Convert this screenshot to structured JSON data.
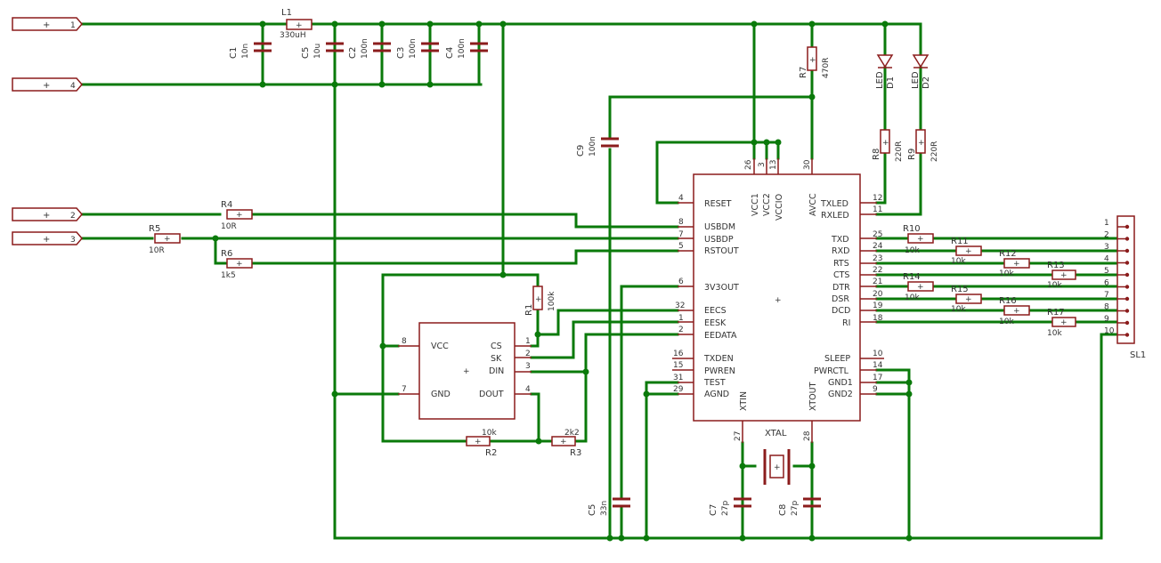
{
  "colors": {
    "wire": "#0a7a0a",
    "part": "#8b1c1c",
    "text": "#333333",
    "background": "#ffffff"
  },
  "connectors": [
    {
      "id": "con1",
      "symbol": "+",
      "pin": "1"
    },
    {
      "id": "con4",
      "symbol": "+",
      "pin": "4"
    },
    {
      "id": "con2",
      "symbol": "+",
      "pin": "2"
    },
    {
      "id": "con3",
      "symbol": "+",
      "pin": "3"
    }
  ],
  "resistors": {
    "r1": {
      "name": "R1",
      "value": "100k"
    },
    "r2": {
      "name": "R2",
      "value": "10k"
    },
    "r3": {
      "name": "R3",
      "value": "2k2"
    },
    "r4": {
      "name": "R4",
      "value": "10R"
    },
    "r5": {
      "name": "R5",
      "value": "10R"
    },
    "r6": {
      "name": "R6",
      "value": "1k5"
    },
    "r7": {
      "name": "R7",
      "value": "470R"
    },
    "r8": {
      "name": "R8",
      "value": "220R"
    },
    "r9": {
      "name": "R9",
      "value": "220R"
    },
    "r10": {
      "name": "R10",
      "value": "10k"
    },
    "r11": {
      "name": "R11",
      "value": "10k"
    },
    "r12": {
      "name": "R12",
      "value": "10k"
    },
    "r13": {
      "name": "R13",
      "value": "10k"
    },
    "r14": {
      "name": "R14",
      "value": "10k"
    },
    "r15": {
      "name": "R15",
      "value": "10k"
    },
    "r16": {
      "name": "R16",
      "value": "10k"
    },
    "r17": {
      "name": "R17",
      "value": "10k"
    }
  },
  "inductor": {
    "name": "L1",
    "value": "330uH"
  },
  "capacitors": {
    "c1": {
      "name": "C1",
      "value": "10n"
    },
    "c5top": {
      "name": "C5",
      "value": "10u"
    },
    "c2": {
      "name": "C2",
      "value": "100n"
    },
    "c3": {
      "name": "C3",
      "value": "100n"
    },
    "c4": {
      "name": "C4",
      "value": "100n"
    },
    "c9": {
      "name": "C9",
      "value": "100n"
    },
    "c5bot": {
      "name": "C5",
      "value": "33n"
    },
    "c7": {
      "name": "C7",
      "value": "27p"
    },
    "c8": {
      "name": "C8",
      "value": "27p"
    }
  },
  "leds": {
    "d1": {
      "type": "LED",
      "name": "D1"
    },
    "d2": {
      "type": "LED",
      "name": "D2"
    }
  },
  "crystal": {
    "name": "XTAL"
  },
  "eeprom": {
    "center": "+",
    "pins": [
      {
        "name": "VCC",
        "num": "8"
      },
      {
        "name": "GND",
        "num": "7"
      },
      {
        "name": "CS",
        "num": "1"
      },
      {
        "name": "SK",
        "num": "2"
      },
      {
        "name": "DIN",
        "num": "3"
      },
      {
        "name": "DOUT",
        "num": "4"
      }
    ]
  },
  "ic": {
    "center": "+",
    "left_pins": [
      {
        "name": "RESET",
        "num": "4"
      },
      {
        "name": "USBDM",
        "num": "8"
      },
      {
        "name": "USBDP",
        "num": "7"
      },
      {
        "name": "RSTOUT",
        "num": "5"
      },
      {
        "name": "3V3OUT",
        "num": "6"
      },
      {
        "name": "EECS",
        "num": "32"
      },
      {
        "name": "EESK",
        "num": "1"
      },
      {
        "name": "EEDATA",
        "num": "2"
      },
      {
        "name": "TXDEN",
        "num": "16"
      },
      {
        "name": "PWREN",
        "num": "15"
      },
      {
        "name": "TEST",
        "num": "31"
      },
      {
        "name": "AGND",
        "num": "29"
      }
    ],
    "right_pins": [
      {
        "name": "TXLED",
        "num": "12"
      },
      {
        "name": "RXLED",
        "num": "11"
      },
      {
        "name": "TXD",
        "num": "25"
      },
      {
        "name": "RXD",
        "num": "24"
      },
      {
        "name": "RTS",
        "num": "23"
      },
      {
        "name": "CTS",
        "num": "22"
      },
      {
        "name": "DTR",
        "num": "21"
      },
      {
        "name": "DSR",
        "num": "20"
      },
      {
        "name": "DCD",
        "num": "19"
      },
      {
        "name": "RI",
        "num": "18"
      },
      {
        "name": "SLEEP",
        "num": "10"
      },
      {
        "name": "PWRCTL",
        "num": "14"
      },
      {
        "name": "GND1",
        "num": "17"
      },
      {
        "name": "GND2",
        "num": "9"
      }
    ],
    "top_pins": [
      {
        "name": "VCC1",
        "num": "26"
      },
      {
        "name": "VCC2",
        "num": "3"
      },
      {
        "name": "VCCIO",
        "num": "13"
      },
      {
        "name": "AVCC",
        "num": "30"
      }
    ],
    "bottom_pins": [
      {
        "name": "XTIN",
        "num": "27"
      },
      {
        "name": "XTOUT",
        "num": "28"
      }
    ]
  },
  "header": {
    "name": "SL1",
    "pins": [
      "1",
      "2",
      "3",
      "4",
      "5",
      "6",
      "7",
      "8",
      "9",
      "10"
    ]
  }
}
